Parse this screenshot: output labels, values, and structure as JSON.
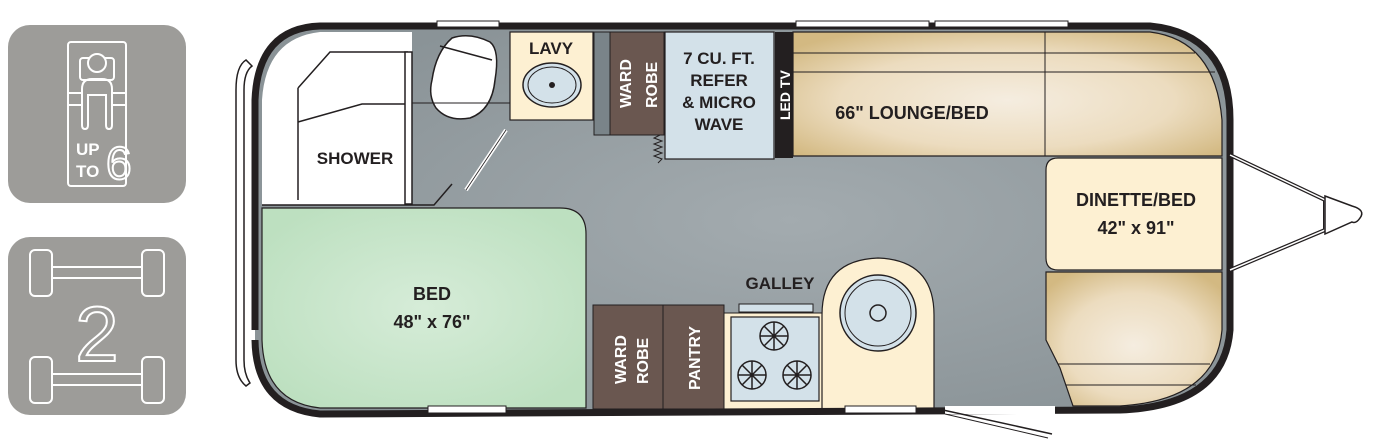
{
  "badges": {
    "sleeps": {
      "icon": "sleeping-person-icon",
      "line1": "UP",
      "line2": "TO",
      "number": "6"
    },
    "axles": {
      "icon": "axle-icon",
      "number": "2"
    }
  },
  "rooms": {
    "shower": "SHOWER",
    "lavy": "LAVY",
    "wardrobe_top": {
      "line1": "WARD",
      "line2": "ROBE"
    },
    "refer": {
      "line1": "7 CU. FT.",
      "line2": "REFER",
      "line3": "& MICRO",
      "line4": "WAVE"
    },
    "led_tv": "LED TV",
    "lounge": "66\" LOUNGE/BED",
    "dinette": {
      "line1": "DINETTE/BED",
      "line2": "42\" x 91\""
    },
    "bed": {
      "line1": "BED",
      "line2": "48\" x 76\""
    },
    "galley": "GALLEY",
    "wardrobe_bottom": {
      "line1": "WARD",
      "line2": "ROBE"
    },
    "pantry": "PANTRY"
  },
  "colors": {
    "floor": "#8f989d",
    "bed": "#c6e3c8",
    "cream": "#fdf0d2",
    "tan": "#d7c195",
    "wardrobe": "#6a5750",
    "fridge": "#d3e1e9",
    "wall": "#231f20",
    "badge": "#9d9c99"
  }
}
